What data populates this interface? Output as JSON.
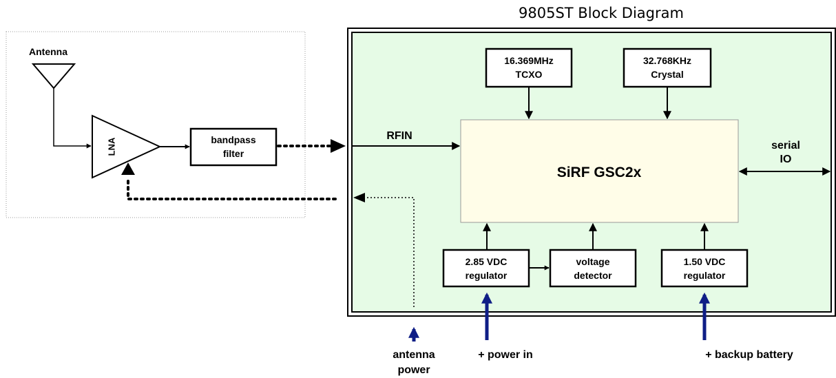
{
  "title": "9805ST Block Diagram",
  "antenna_module": {
    "antenna_label": "Antenna",
    "lna_label": "LNA",
    "filter_label": [
      "bandpass",
      "filter"
    ]
  },
  "module": {
    "tcxo_label": [
      "16.369MHz",
      "TCXO"
    ],
    "crystal_label": [
      "32.768KHz",
      "Crystal"
    ],
    "rfin_label": "RFIN",
    "chip_label": "SiRF GSC2x",
    "serial_label": [
      "serial",
      "IO"
    ],
    "reg285_label": [
      "2.85 VDC",
      "regulator"
    ],
    "voltage_detector_label": [
      "voltage",
      "detector"
    ],
    "reg150_label": [
      "1.50 VDC",
      "regulator"
    ]
  },
  "inputs": {
    "antenna_power": [
      "antenna",
      "power"
    ],
    "power_in": "+ power in",
    "backup_battery": "+ backup battery"
  },
  "colors": {
    "module_fill": "#e6fbe6",
    "chip_fill": "#fffde8",
    "power_arrow": "#0f1e86"
  }
}
